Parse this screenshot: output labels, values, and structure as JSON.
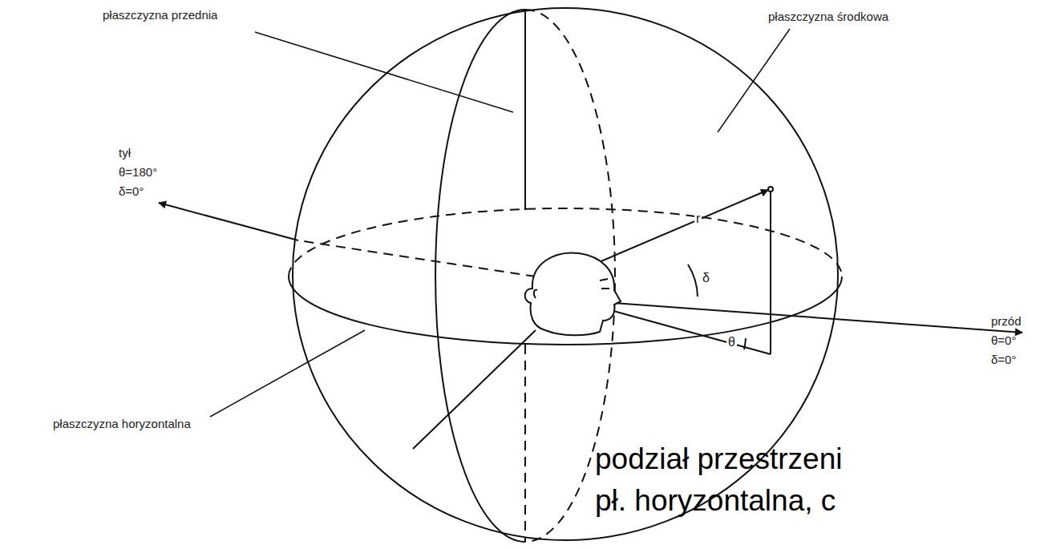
{
  "diagram": {
    "labels": [
      "płaszczyzna przednia",
      "płaszczyzna środkowa",
      "tył",
      "θ=180°",
      "δ=0°",
      "płaszczyzna horyzontalna",
      "przód",
      "θ=0°",
      "δ=0°",
      "r",
      "δ",
      "θ",
      "podział przestrzeni",
      "pł. horyzontalna, c"
    ]
  }
}
